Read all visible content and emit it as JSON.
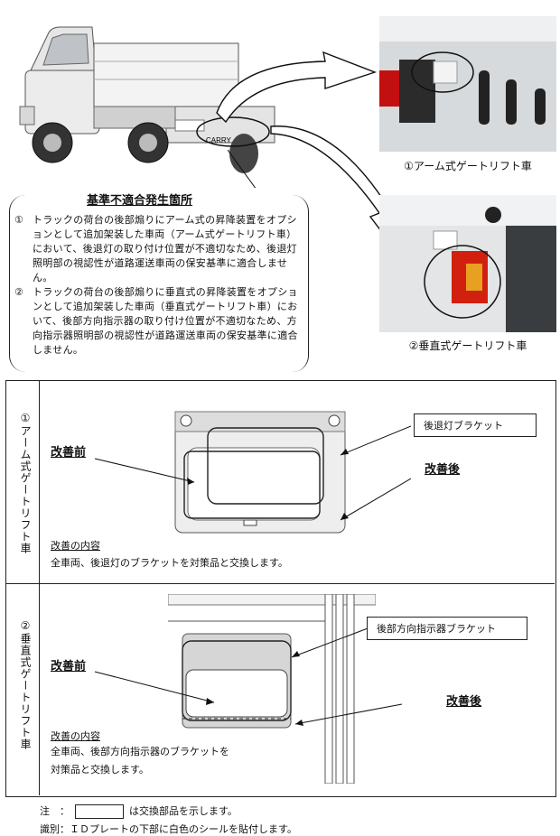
{
  "top": {
    "heading": "基準不適合発生箇所",
    "photo1_caption": "①アーム式ゲートリフト車",
    "photo2_caption": "②垂直式ゲートリフト車",
    "truck_brand": "CARRY"
  },
  "notice": {
    "items": [
      {
        "num": "①",
        "text": "トラックの荷台の後部煽りにアーム式の昇降装置をオプションとして追加架装した車両（アーム式ゲートリフト車）において、後退灯の取り付け位置が不適切なため、後退灯照明部の視認性が道路運送車両の保安基準に適合しません。"
      },
      {
        "num": "②",
        "text": "トラックの荷台の後部煽りに垂直式の昇降装置をオプションとして追加架装した車両（垂直式ゲートリフト車）において、後部方向指示器の取り付け位置が不適切なため、方向指示器照明部の視認性が道路運送車両の保安基準に適合しません。"
      }
    ]
  },
  "table": {
    "row1": {
      "label": "①アーム式ゲートリフト車",
      "before": "改善前",
      "after": "改善後",
      "callout": "後退灯ブラケット",
      "content_title": "改善の内容",
      "content_text": "全車両、後退灯のブラケットを対策品と交換します。"
    },
    "row2": {
      "label": "②垂直式ゲートリフト車",
      "before": "改善前",
      "after": "改善後",
      "callout": "後部方向指示器ブラケット",
      "content_title": "改善の内容",
      "content_line1": "全車両、後部方向指示器のブラケットを",
      "content_line2": "対策品と交換します。"
    }
  },
  "footer": {
    "note_prefix": "注　：",
    "note_suffix": "は交換部品を示します。",
    "ident": "識別：ＩＤプレートの下部に白色のシールを貼付します。"
  }
}
